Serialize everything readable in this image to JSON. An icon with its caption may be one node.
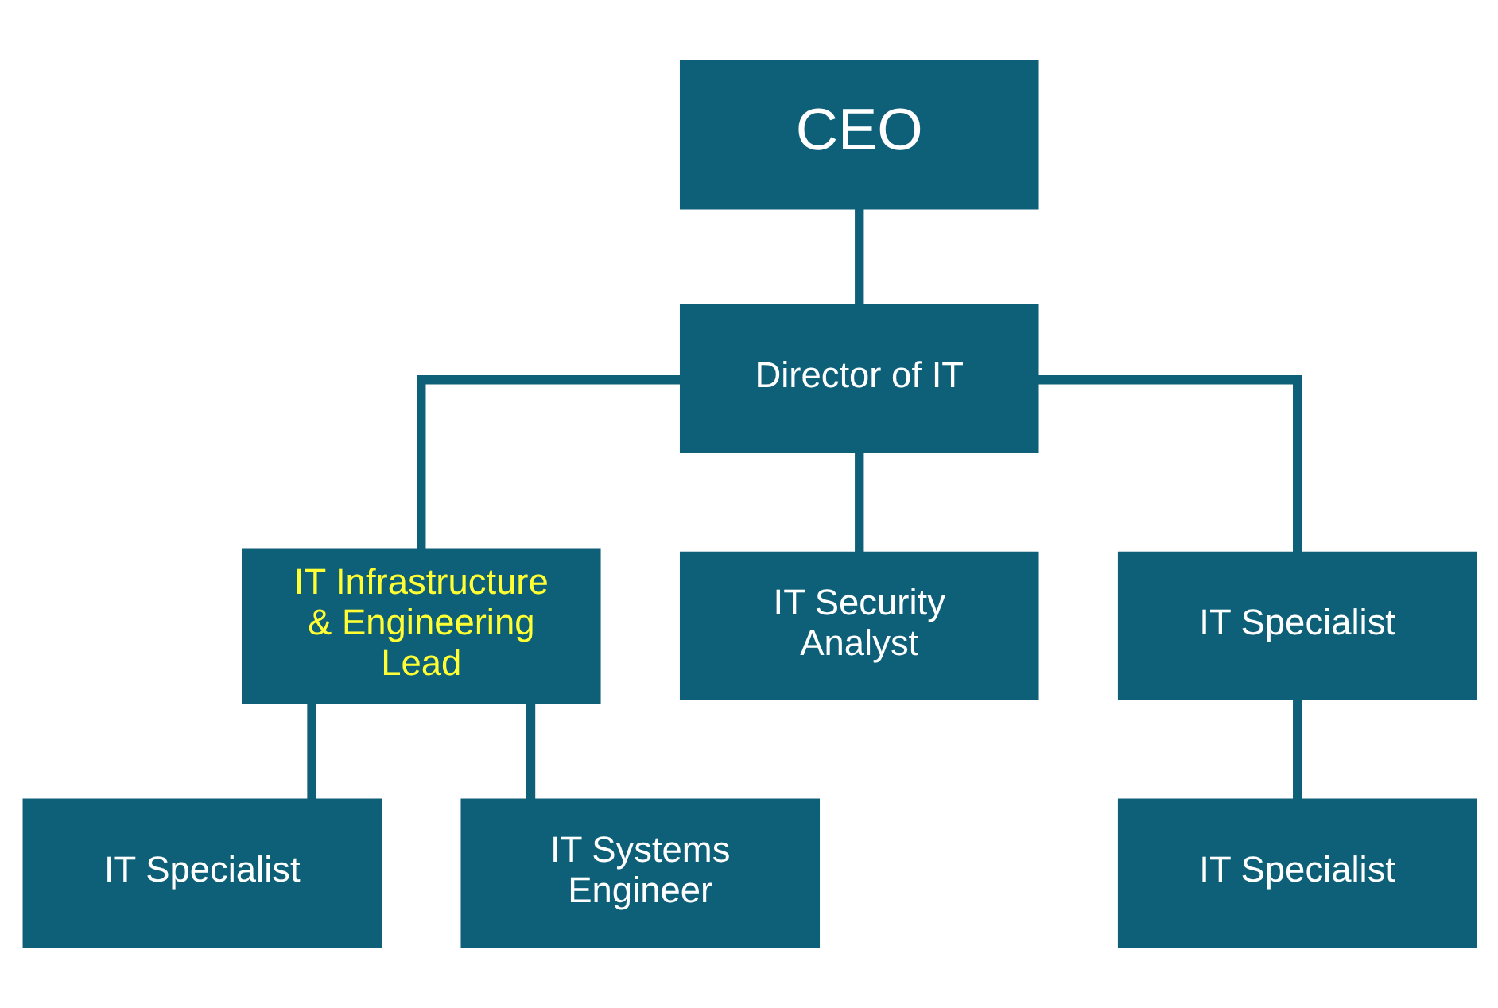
{
  "diagram": {
    "nodes": [
      {
        "text": [
          "CEO"
        ]
      },
      {
        "text": [
          "Director of IT"
        ]
      },
      {
        "text": [
          "IT Infrastructure & Engineering Lead"
        ]
      },
      {
        "text": [
          "IT Security Analyst"
        ]
      },
      {
        "text": [
          "IT Specialist"
        ]
      },
      {
        "text": [
          "IT Specialist"
        ]
      },
      {
        "text": [
          "IT Systems Engineer"
        ]
      },
      {
        "text": [
          "IT Specialist"
        ]
      }
    ],
    "edges": [
      {
        "from": 0,
        "to": 1,
        "arrow": "none"
      },
      {
        "from": 1,
        "to": 3,
        "arrow": "none"
      },
      {
        "from": 1,
        "to": 4,
        "arrow": "none"
      },
      {
        "from": 1,
        "to": 2,
        "arrow": "none"
      },
      {
        "from": 2,
        "to": 5,
        "arrow": "none"
      },
      {
        "from": 2,
        "to": 6,
        "arrow": "none"
      },
      {
        "from": 4,
        "to": 7,
        "arrow": "none"
      }
    ]
  }
}
